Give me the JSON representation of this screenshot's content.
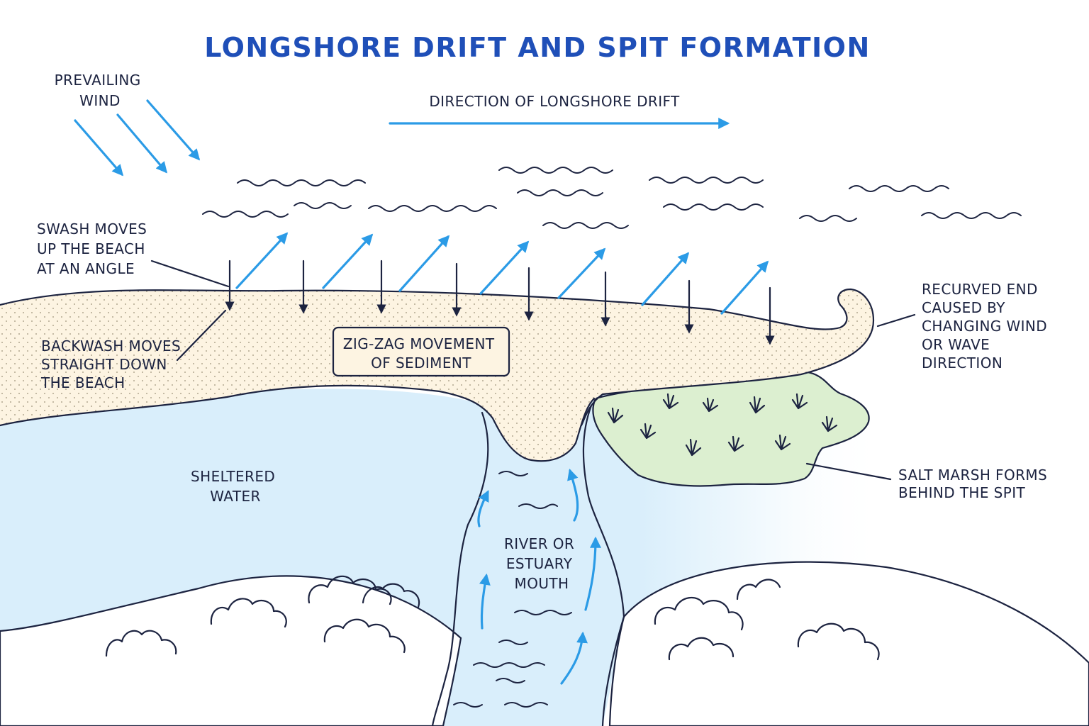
{
  "title": "LONGSHORE DRIFT AND SPIT FORMATION",
  "labels": {
    "prevailing_wind": [
      "PREVAILING",
      "WIND"
    ],
    "drift_direction": "DIRECTION OF LONGSHORE DRIFT",
    "swash": [
      "SWASH MOVES",
      "UP THE BEACH",
      "AT AN ANGLE"
    ],
    "backwash": [
      "BACKWASH MOVES",
      "STRAIGHT DOWN",
      "THE BEACH"
    ],
    "zigzag": [
      "ZIG-ZAG MOVEMENT",
      "OF SEDIMENT"
    ],
    "recurved_end": [
      "RECURVED END",
      "CAUSED BY",
      "CHANGING WIND",
      "OR WAVE",
      "DIRECTION"
    ],
    "sheltered_water": [
      "SHELTERED",
      "WATER"
    ],
    "salt_marsh": [
      "SALT MARSH FORMS",
      "BEHIND THE SPIT"
    ],
    "river_mouth": [
      "RIVER OR",
      "ESTUARY",
      "MOUTH"
    ]
  },
  "colors": {
    "title": "#1f4fb8",
    "outline": "#1c2340",
    "arrow": "#2b9be6",
    "sand": "#fdf4e2",
    "water": "#d9eefb",
    "marsh": "#dcefd0"
  }
}
